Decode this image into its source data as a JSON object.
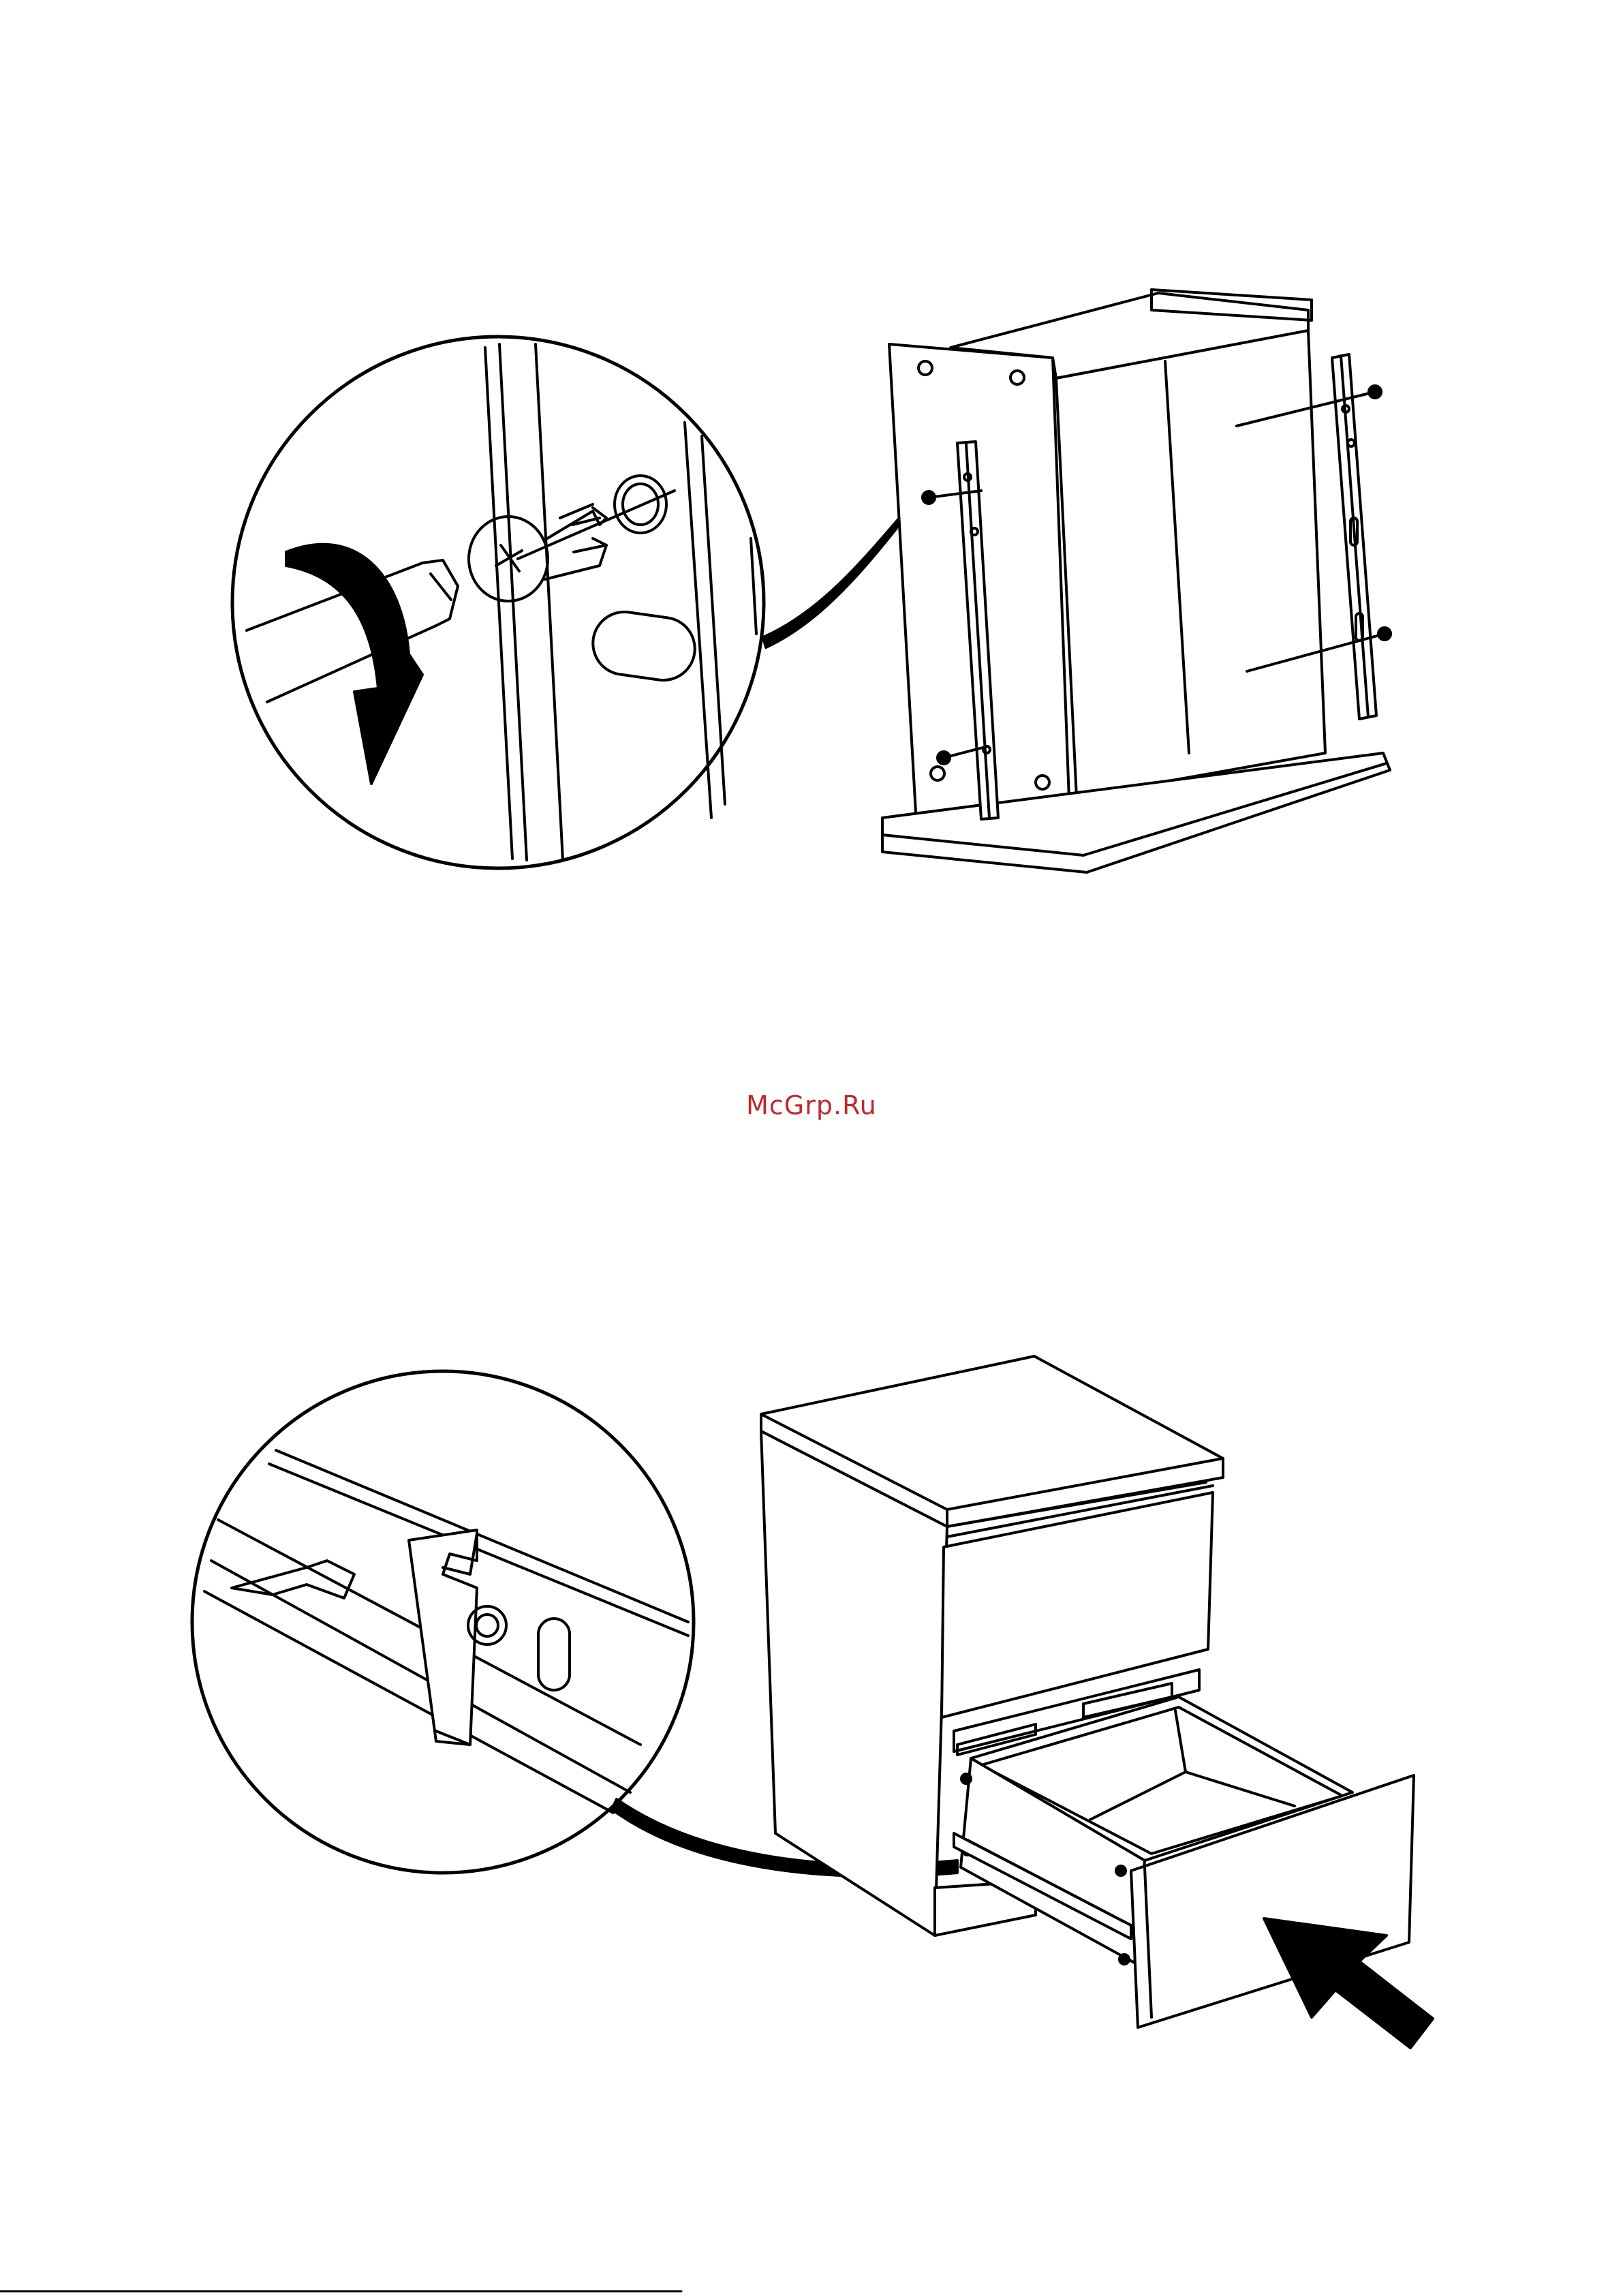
{
  "watermark": {
    "text": "McGrp.Ru",
    "color": "#c0282d"
  },
  "figures": [
    {
      "name": "step-attach-rails",
      "icons": [
        "screwdriver-icon",
        "screw-icon",
        "rotation-arrow-icon",
        "drawer-rail-icon"
      ]
    },
    {
      "name": "step-insert-drawer",
      "icons": [
        "rail-detail-icon",
        "screw-icon",
        "push-arrow-icon"
      ]
    }
  ],
  "colors": {
    "ink": "#000000",
    "paper": "#ffffff"
  }
}
